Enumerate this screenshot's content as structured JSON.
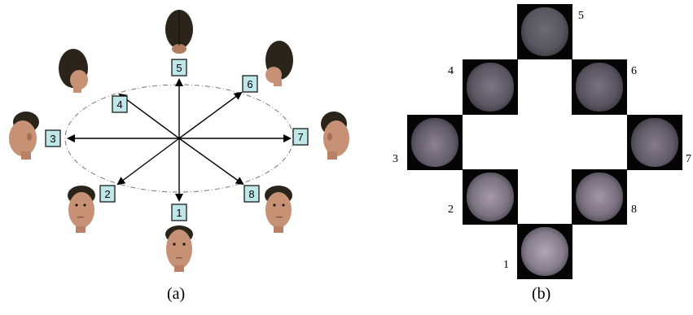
{
  "panel_a": {
    "caption": "(a)",
    "view_labels": [
      "1",
      "2",
      "3",
      "4",
      "5",
      "6",
      "7",
      "8"
    ],
    "colors": {
      "box_fill": "#bfe6e8",
      "box_stroke": "#1a1a1a",
      "arrow": "#000000",
      "ellipse": "#777777",
      "hair": "#2a241b",
      "skin": "#c69174"
    }
  },
  "panel_b": {
    "caption": "(b)",
    "view_labels": [
      "1",
      "2",
      "3",
      "4",
      "5",
      "6",
      "7",
      "8"
    ],
    "colors": {
      "tile_bg": "#050505",
      "face_face_on": "#8f8c96",
      "face_profile": "#6d6872",
      "face_back": "#5a5860"
    }
  }
}
